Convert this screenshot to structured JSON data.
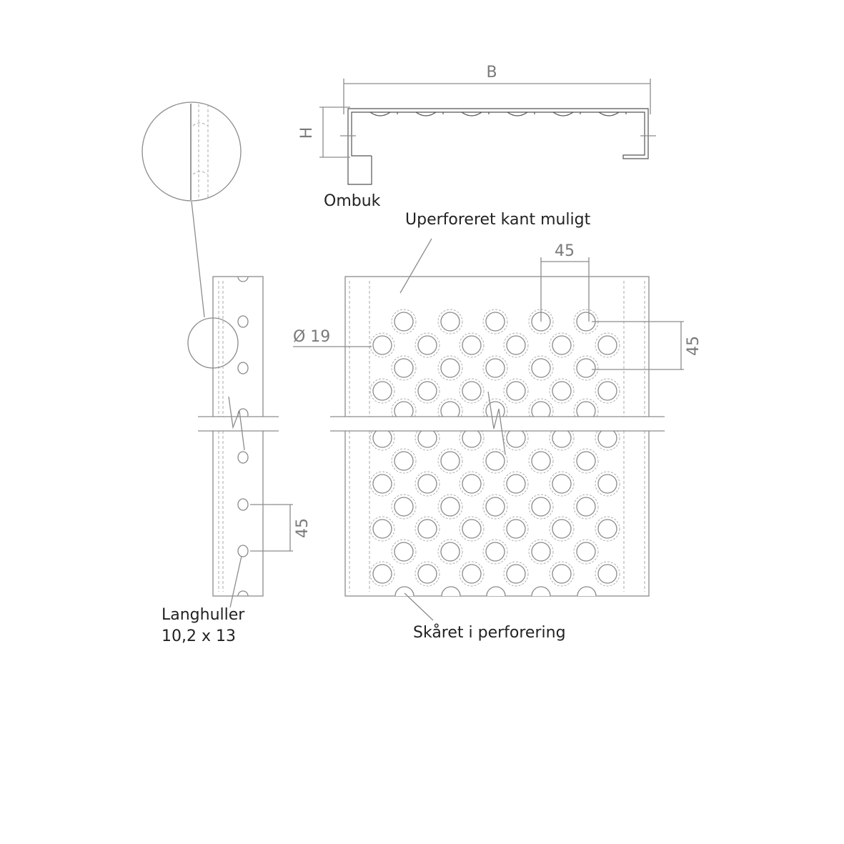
{
  "labels": {
    "width_dim": "B",
    "height_dim": "H",
    "fold": "Ombuk",
    "edge_note": "Uperforeret kant muligt",
    "pitch_horizontal": "45",
    "pitch_vertical": "45",
    "hole_diameter": "Ø 19",
    "side_pitch": "45",
    "slot_note_line1": "Langhuller",
    "slot_note_line2": "10,2 x 13",
    "cut_note": "Skåret i perforering"
  },
  "colors": {
    "line": "#8c8c8c",
    "text": "#222222",
    "dimension_text": "#7a7a7a"
  }
}
